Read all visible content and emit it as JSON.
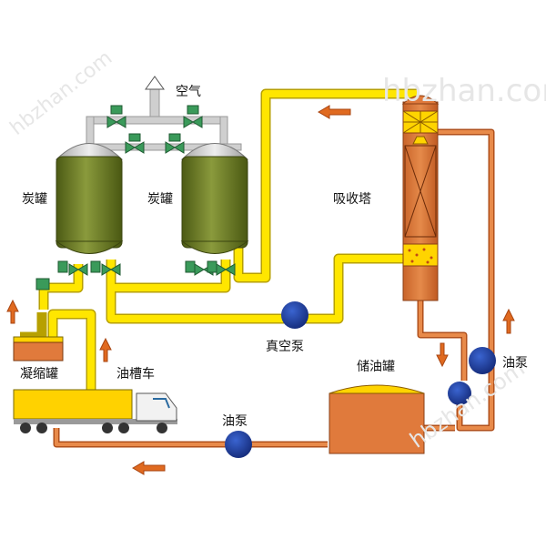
{
  "labels": {
    "air": "空气",
    "carbon_tank_left": "炭罐",
    "carbon_tank_right": "炭罐",
    "absorption_tower": "吸收塔",
    "vacuum_pump": "真空泵",
    "condensing_tank": "凝缩罐",
    "oil_tank_truck": "油槽车",
    "oil_storage_tank": "储油罐",
    "oil_pump_bottom": "油泵",
    "oil_pump_right": "油泵"
  },
  "watermark": "hbzhan.com",
  "colors": {
    "oil_pipe_yellow": "#ffe600",
    "pipe_outline": "#b7a000",
    "gas_pipe": "#c8c8c8",
    "return_pipe_orange": "#e07a3c",
    "tank_body_green": "#5f6e1c",
    "tower_orange": "#dc7a3c",
    "pump_blue": "#1e3c96",
    "valve_green": "#3a9a5a",
    "arrow_orange": "#e06a20",
    "truck_tank_yellow": "#ffd200"
  }
}
